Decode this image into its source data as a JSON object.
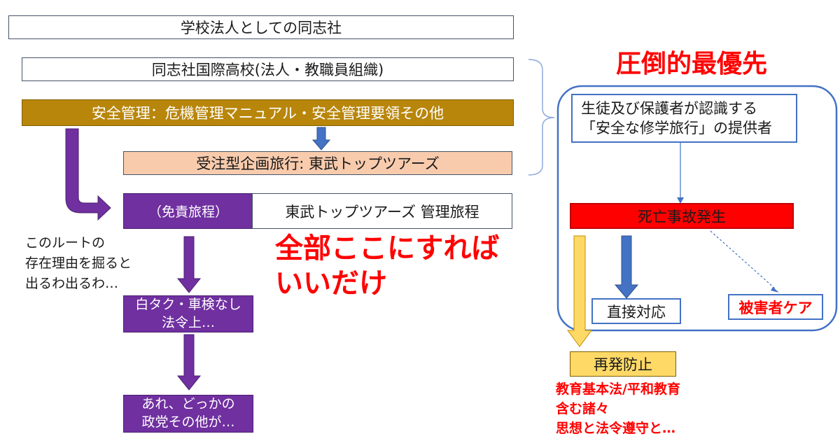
{
  "boxes": {
    "school_corp": "学校法人としての同志社",
    "high_school": "同志社国際高校(法人・教職員組織)",
    "safety_mgmt": "安全管理：危機管理マニュアル・安全管理要領その他",
    "tour_operator": "受注型企画旅行: 東武トップツアーズ",
    "exempt_itinerary": "（免責旅程）",
    "managed_itinerary": "東武トップツアーズ 管理旅程",
    "white_taxi_line1": "白タク・車検なし",
    "white_taxi_line2": "法令上…",
    "party_line1": "あれ、どっかの",
    "party_line2": "政党その他が…",
    "provider_line1": "生徒及び保護者が認識する",
    "provider_line2": "「安全な修学旅行」の提供者",
    "fatal_accident": "死亡事故発生",
    "direct_response": "直接対応",
    "victim_care": "被害者ケア",
    "prevention": "再発防止"
  },
  "labels": {
    "route_note": "このルートの\n存在理由を掘ると\n出るわ出るわ…",
    "all_here": "全部ここにすれば\nいいだけ",
    "top_priority": "圧倒的最優先",
    "education_note": "教育基本法/平和教育\n含む諸々\n思想と法令遵守と…"
  },
  "colors": {
    "gold": "#b8860b",
    "peach": "#f8cbad",
    "purple": "#7030a0",
    "blue": "#4472c4",
    "red": "#ff0000",
    "yellow": "#ffd966"
  }
}
